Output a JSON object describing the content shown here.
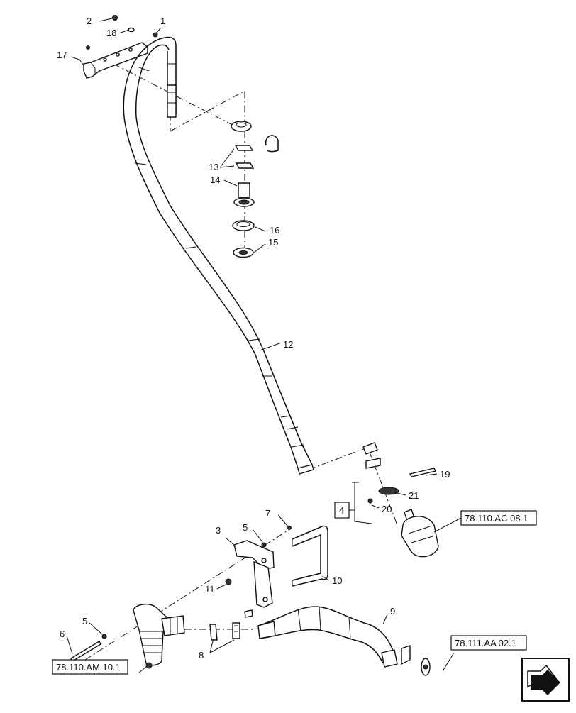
{
  "callouts": {
    "c1": "1",
    "c2": "2",
    "c3": "3",
    "c4": "4",
    "c5a": "5",
    "c5b": "5",
    "c6": "6",
    "c7": "7",
    "c8": "8",
    "c9": "9",
    "c10": "10",
    "c11": "11",
    "c12": "12",
    "c13": "13",
    "c14": "14",
    "c15": "15",
    "c16": "16",
    "c17": "17",
    "c18": "18",
    "c19": "19",
    "c20": "20",
    "c21": "21"
  },
  "references": {
    "ref_ac": "78.110.AC 08.1",
    "ref_am": "78.110.AM 10.1",
    "ref_aa": "78.111.AA 02.1"
  },
  "icons": {
    "nav": "return-arrow-icon"
  }
}
